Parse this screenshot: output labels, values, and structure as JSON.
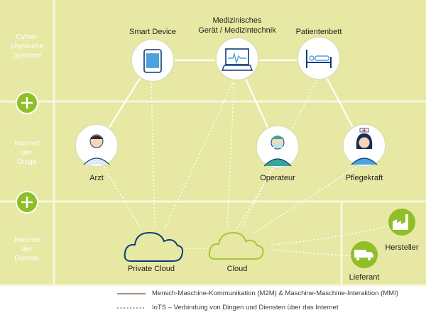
{
  "colors": {
    "background_band": "#e6e8a3",
    "grid_lines": "#f7f7dc",
    "accent_green": "#8fbe27",
    "dark_blue": "#0d3b78",
    "node_fill": "#ffffff",
    "solid_line": "#8a6a5a"
  },
  "side_labels": [
    "Cyber-\nphysische\nSysteme",
    "Internet\nder\nDinge",
    "Internet\nder\nDienste"
  ],
  "nodes": {
    "smart_device": {
      "label": "Smart Device",
      "icon": "tablet-icon"
    },
    "medical_device": {
      "label": "Medizinisches\nGerät / Medizintechnik",
      "icon": "monitor-icon"
    },
    "patient_bed": {
      "label": "Patientenbett",
      "icon": "bed-icon"
    },
    "doctor": {
      "label": "Arzt",
      "icon": "doctor-icon"
    },
    "surgeon": {
      "label": "Operateur",
      "icon": "surgeon-icon"
    },
    "nurse": {
      "label": "Pflegekraft",
      "icon": "nurse-icon"
    },
    "manufacturer": {
      "label": "Hersteller",
      "icon": "factory-icon"
    },
    "supplier": {
      "label": "Lieferant",
      "icon": "truck-icon"
    }
  },
  "clouds": {
    "private": "Private Cloud",
    "public": "Cloud"
  },
  "legend": {
    "solid": "Mensch-Maschine-Kommunikation (M2M) & Maschine-Maschine-Interaktion (MMI)",
    "dotted": "IoTS – Verbindung von  Dingen und Diensten über das Internet"
  }
}
